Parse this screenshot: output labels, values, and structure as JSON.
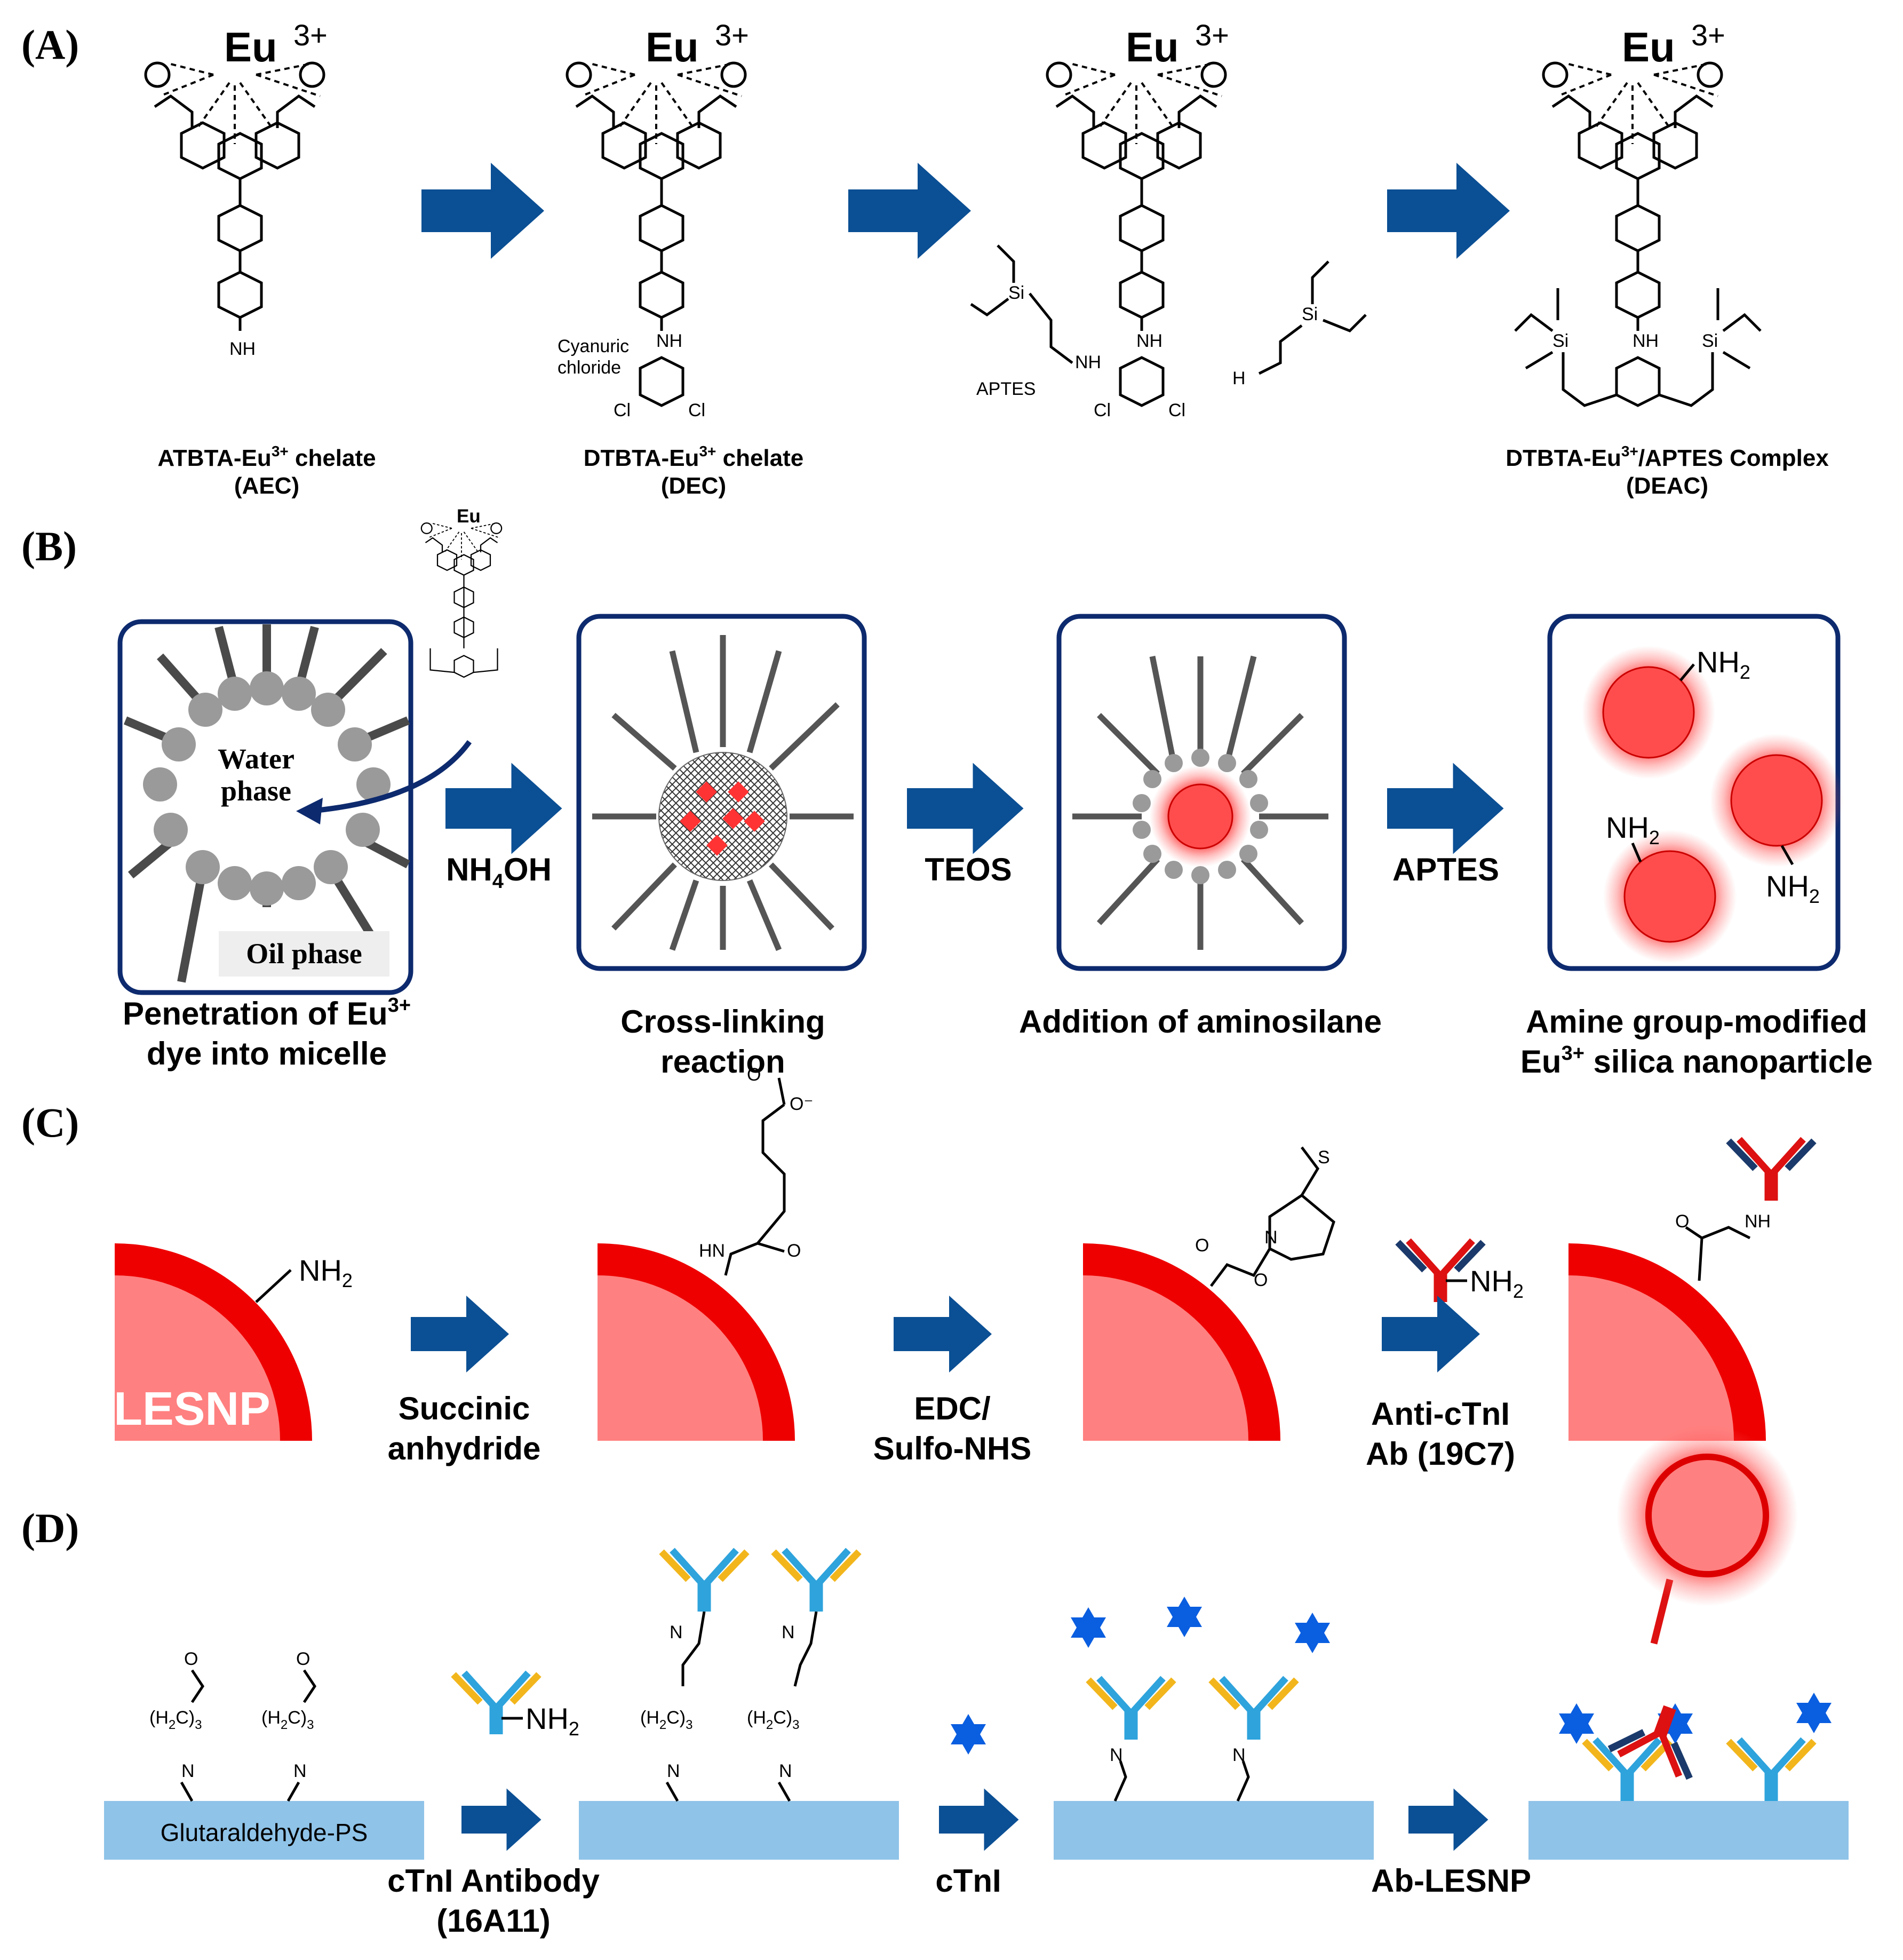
{
  "panels": {
    "a": {
      "label": "(A)",
      "metal": "Eu",
      "charge": "3+",
      "captions": {
        "aec_line1": "ATBTA-Eu",
        "aec_sup": "3+",
        "aec_line1_tail": " chelate",
        "aec_line2": "(AEC)",
        "dec_line1": "DTBTA-Eu",
        "dec_sup": "3+",
        "dec_line1_tail": " chelate",
        "dec_line2": "(DEC)",
        "deac_line1": "DTBTA-Eu",
        "deac_sup": "3+",
        "deac_line1_tail": "/APTES Complex",
        "deac_line2": "(DEAC)"
      },
      "reagents": {
        "cyanuric_1": "Cyanuric",
        "cyanuric_2": "chloride",
        "aptes": "APTES"
      },
      "atoms": {
        "N": "N",
        "NH": "NH",
        "NH2": "NH",
        "H2N": "H",
        "Cl": "Cl",
        "Si": "Si",
        "O": "O"
      }
    },
    "b": {
      "label": "(B)",
      "water": "Water",
      "water2": "phase",
      "oil": "Oil phase",
      "reagents": {
        "nh4oh_a": "NH",
        "nh4oh_sub": "4",
        "nh4oh_b": "OH",
        "teos": "TEOS",
        "aptes": "APTES"
      },
      "captions": {
        "step1_line1a": "Penetration of Eu",
        "step1_sup": "3+",
        "step1_line2": "dye into micelle",
        "step2_line1": "Cross-linking",
        "step2_line2": "reaction",
        "step3_line1": "Addition of aminosilane",
        "step4_line1": "Amine group-modified",
        "step4_line2a": "Eu",
        "step4_sup": "3+",
        "step4_line2b": " silica nanoparticle"
      },
      "nh2_a": "NH",
      "nh2_sub": "2"
    },
    "c": {
      "label": "(C)",
      "particle": "LESNP",
      "reagents": {
        "succ_1": "Succinic",
        "succ_2": "anhydride",
        "edc_1": "EDC/",
        "edc_2": "Sulfo-NHS",
        "ab_1": "Anti-cTnI",
        "ab_2": "Ab (19C7)"
      }
    },
    "d": {
      "label": "(D)",
      "surface": "Glutaraldehyde-PS",
      "linker_a": "(H",
      "linker_sub": "2",
      "linker_b": "C)",
      "linker_sub2": "3",
      "reagents": {
        "ab_1": "cTnI Antibody",
        "ab_2": "(16A11)",
        "ctni": "cTnI",
        "lesnp": "Ab-LESNP"
      }
    }
  },
  "colors": {
    "arrow": "#0b4f94",
    "frame": "#0d2a6e",
    "nanoparticle": "#ff4d4d",
    "lesnp_shell": "#ee0000",
    "lesnp_core": "#ff8080",
    "antibody_blue": "#2ea3dc",
    "antibody_yellow": "#f2b61c",
    "antibody_navy": "#1b3a6b",
    "antibody_red": "#dd1111",
    "star": "#0a5ee0",
    "plate": "#8fc3e8"
  }
}
